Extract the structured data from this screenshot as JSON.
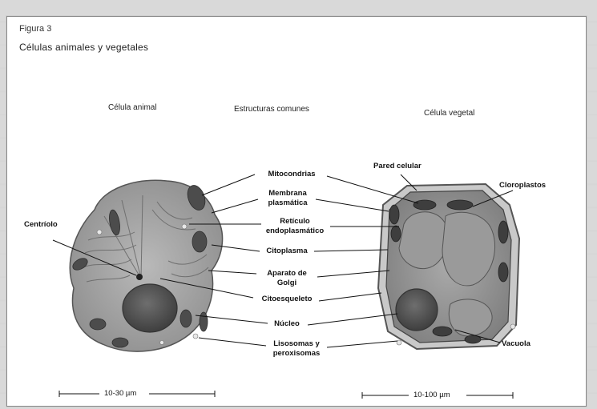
{
  "figure": {
    "label": "Figura 3",
    "title": "Células animales y vegetales"
  },
  "columns": {
    "animal": "Célula animal",
    "common": "Estructuras comunes",
    "plant": "Célula vegetal"
  },
  "structures": {
    "mitocondrias": "Mitocondrias",
    "membrana": "Membrana plasmática",
    "reticulo": "Retículo endoplasmático",
    "citoplasma": "Citoplasma",
    "golgi": "Aparato de Golgi",
    "citoesqueleto": "Citoesqueleto",
    "nucleo": "Núcleo",
    "lisosomas": "Lisosomas y peroxisomas"
  },
  "animal_only": {
    "centriolo": "Centríolo"
  },
  "plant_only": {
    "pared": "Pared celular",
    "cloroplastos": "Cloroplastos",
    "vacuola": "Vacuola"
  },
  "scales": {
    "animal": "10-30 µm",
    "plant": "10-100 µm"
  }
}
